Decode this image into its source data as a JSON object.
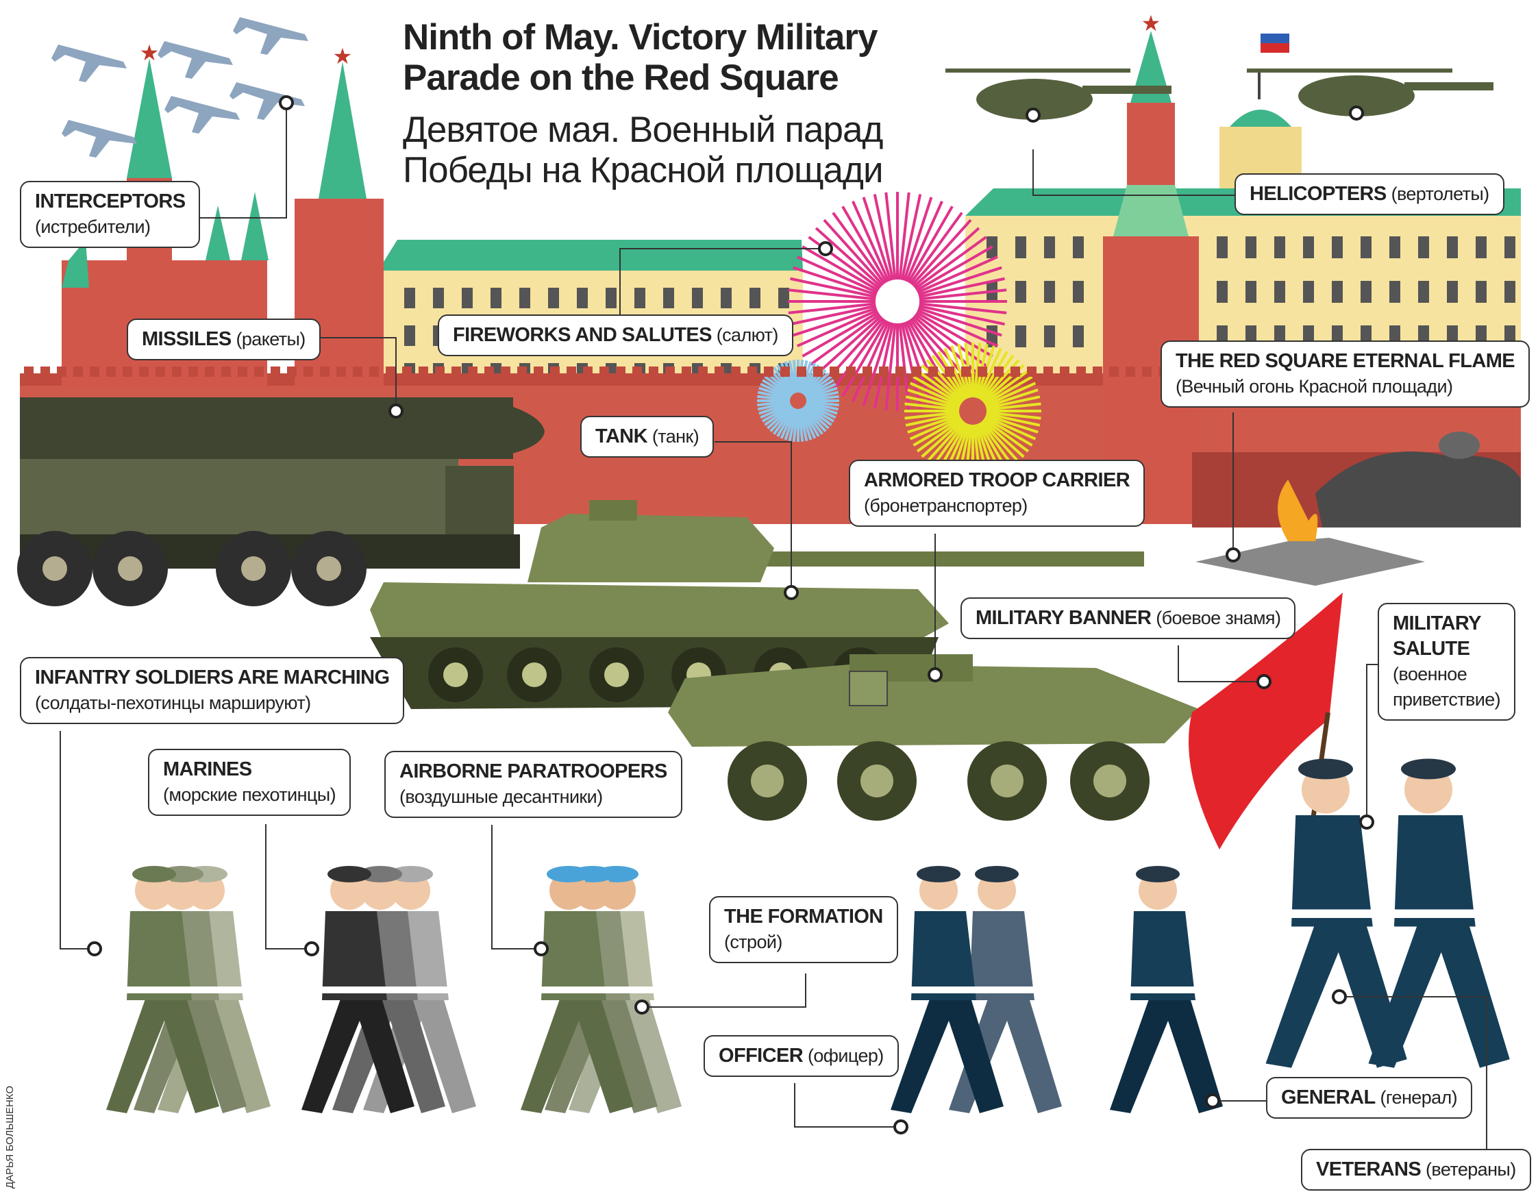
{
  "title": {
    "en": "Ninth of May. Victory Military Parade on the Red Square",
    "en_line1": "Ninth of May. Victory Military",
    "en_line2": "Parade on the Red Square",
    "ru_line1": "Девятое мая. Военный парад",
    "ru_line2": "Победы на Красной площади"
  },
  "labels": {
    "interceptors": {
      "en": "INTERCEPTORS",
      "ru": "(истребители)"
    },
    "missiles": {
      "en": "MISSILES",
      "ru": "(ракеты)"
    },
    "fireworks": {
      "en": "FIREWORKS AND SALUTES",
      "ru": "(салют)"
    },
    "helicopters": {
      "en": "HELICOPTERS",
      "ru": "(вертолеты)"
    },
    "eternal_flame": {
      "en": "THE RED SQUARE ETERNAL FLAME",
      "ru": "(Вечный огонь Красной площади)"
    },
    "tank": {
      "en": "TANK",
      "ru": "(танк)"
    },
    "armored": {
      "en": "ARMORED TROOP CARRIER",
      "ru": "(бронетранспортер)"
    },
    "banner": {
      "en": "MILITARY BANNER",
      "ru": "(боевое знамя)"
    },
    "salute": {
      "en1": "MILITARY",
      "en2": "SALUTE",
      "ru1": "(военное",
      "ru2": "приветствие)"
    },
    "infantry": {
      "en": "INFANTRY SOLDIERS ARE MARCHING",
      "ru": "(солдаты-пехотинцы маршируют)"
    },
    "marines": {
      "en": "MARINES",
      "ru": "(морские пехотинцы)"
    },
    "airborne": {
      "en": "AIRBORNE PARATROOPERS",
      "ru": "(воздушные десантники)"
    },
    "formation": {
      "en": "THE FORMATION",
      "ru": "(строй)"
    },
    "officer": {
      "en": "OFFICER",
      "ru": "(офицер)"
    },
    "general": {
      "en": "GENERAL",
      "ru": "(генерал)"
    },
    "veterans": {
      "en": "VETERANS",
      "ru": "(ветераны)"
    }
  },
  "credit": "ДАРЬЯ БОЛЬШЕНКО",
  "colors": {
    "wall": "#d2574b",
    "palace": "#f7e3a0",
    "roof": "#3fb58a",
    "olive": "#6b7a45",
    "navy": "#163e57"
  }
}
